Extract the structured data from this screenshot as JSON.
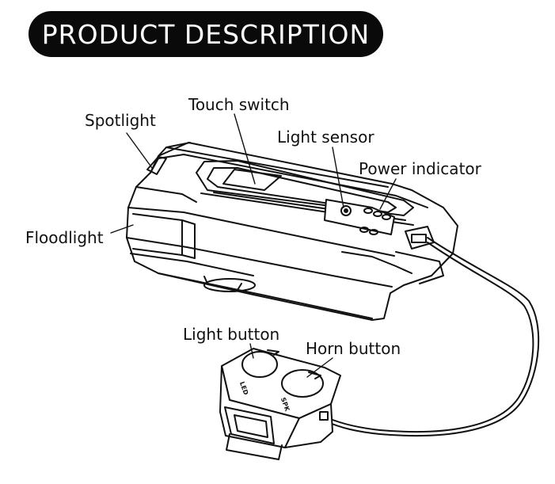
{
  "title": "PRODUCT DESCRIPTION",
  "labels": {
    "spotlight": "Spotlight",
    "touch_switch": "Touch switch",
    "light_sensor": "Light sensor",
    "power_indicator": "Power indicator",
    "floodlight": "Floodlight",
    "light_button": "Light button",
    "horn_button": "Horn button"
  },
  "remote_marks": {
    "led": "LED",
    "spk": "SPK"
  },
  "colors": {
    "background": "#ffffff",
    "title_pill": "#0a0a0a",
    "title_text": "#ffffff",
    "ink": "#111111"
  }
}
